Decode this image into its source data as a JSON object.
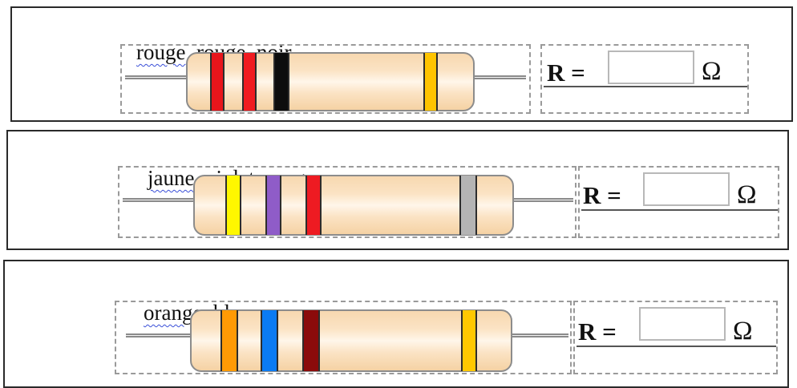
{
  "panels": [
    {
      "colors": [
        "rouge",
        "rouge",
        "noir"
      ],
      "bands": [
        "#e8151b",
        "#f01b20",
        "#0d0d0d",
        "#ffc400"
      ],
      "formula": {
        "label": "R =",
        "value": "",
        "unit": "Ω"
      }
    },
    {
      "colors": [
        "jaune",
        "violet",
        "rouge"
      ],
      "bands": [
        "#fff700",
        "#8f5cc8",
        "#ee1b22",
        "#b4b4b4"
      ],
      "formula": {
        "label": "R =",
        "value": "",
        "unit": "Ω"
      }
    },
    {
      "colors": [
        "orange",
        "bleu",
        "marron"
      ],
      "bands": [
        "#ff9a05",
        "#0b7bf3",
        "#8b0b0b",
        "#ffc800"
      ],
      "formula": {
        "label": "R =",
        "value": "",
        "unit": "Ω"
      }
    }
  ]
}
